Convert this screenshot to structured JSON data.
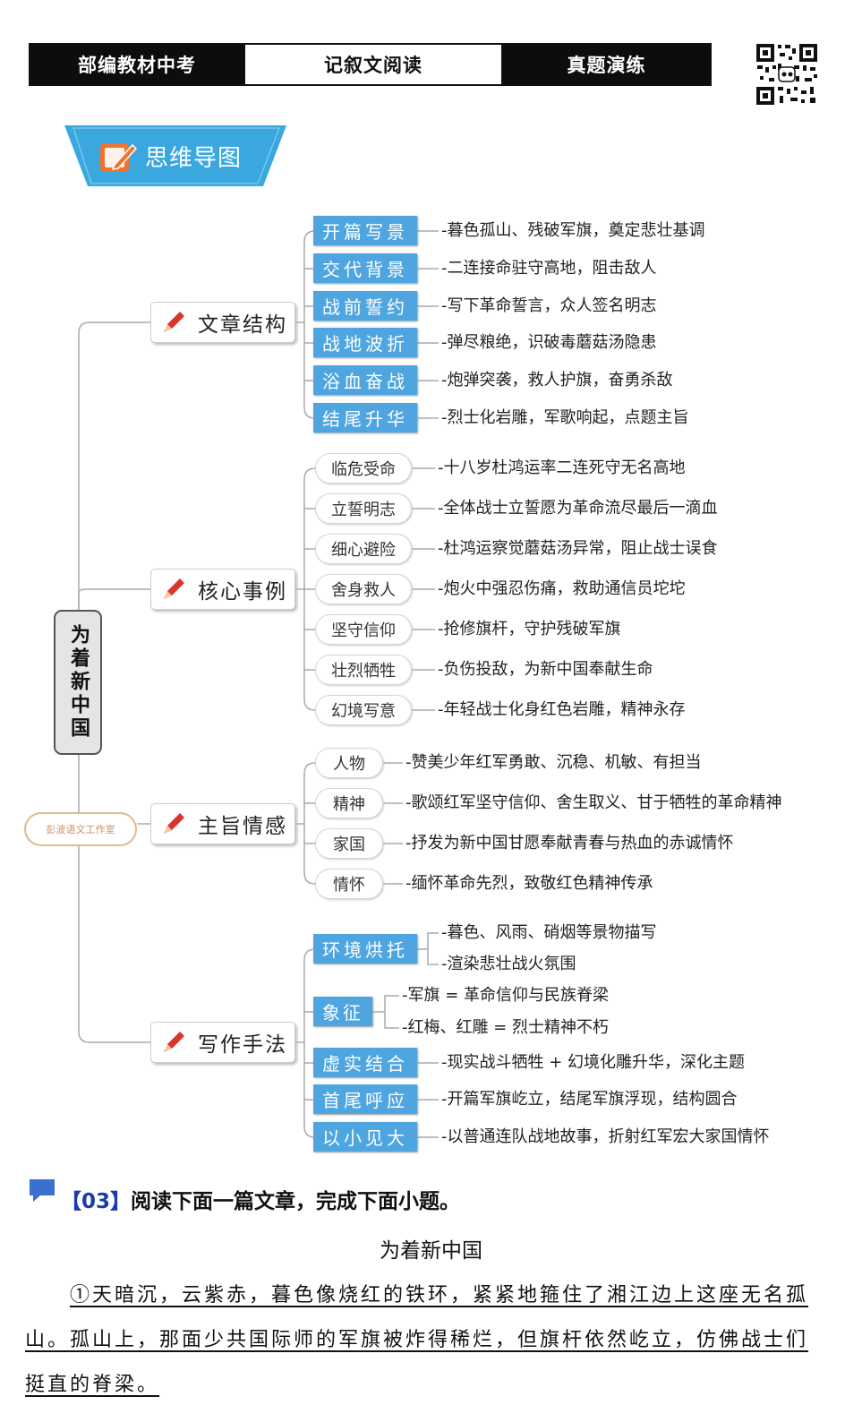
{
  "header": {
    "left": "部编教材中考",
    "middle": "记叙文阅读",
    "right": "真题演练"
  },
  "banner": {
    "title": "思维导图"
  },
  "mindmap": {
    "root": "为着新中国",
    "studio": "彭波语文工作室",
    "structure": {
      "label": "文章结构",
      "items": [
        {
          "tag": "开篇写景",
          "text": "-暮色孤山、残破军旗，奠定悲壮基调"
        },
        {
          "tag": "交代背景",
          "text": "-二连接命驻守高地，阻击敌人"
        },
        {
          "tag": "战前誓约",
          "text": "-写下革命誓言，众人签名明志"
        },
        {
          "tag": "战地波折",
          "text": "-弹尽粮绝，识破毒蘑菇汤隐患"
        },
        {
          "tag": "浴血奋战",
          "text": "-炮弹突袭，救人护旗，奋勇杀敌"
        },
        {
          "tag": "结尾升华",
          "text": "-烈士化岩雕，军歌响起，点题主旨"
        }
      ]
    },
    "events": {
      "label": "核心事例",
      "items": [
        {
          "tag": "临危受命",
          "text": "-十八岁杜鸿运率二连死守无名高地"
        },
        {
          "tag": "立誓明志",
          "text": "-全体战士立誓愿为革命流尽最后一滴血"
        },
        {
          "tag": "细心避险",
          "text": "-杜鸿运察觉蘑菇汤异常，阻止战士误食"
        },
        {
          "tag": "舍身救人",
          "text": "-炮火中强忍伤痛，救助通信员坨坨"
        },
        {
          "tag": "坚守信仰",
          "text": "-抢修旗杆，守护残破军旗"
        },
        {
          "tag": "壮烈牺牲",
          "text": "-负伤投敌，为新中国奉献生命"
        },
        {
          "tag": "幻境写意",
          "text": "-年轻战士化身红色岩雕，精神永存"
        }
      ]
    },
    "theme": {
      "label": "主旨情感",
      "items": [
        {
          "tag": "人物",
          "text": "-赞美少年红军勇敢、沉稳、机敏、有担当"
        },
        {
          "tag": "精神",
          "text": "-歌颂红军坚守信仰、舍生取义、甘于牺牲的革命精神"
        },
        {
          "tag": "家国",
          "text": "-抒发为新中国甘愿奉献青春与热血的赤诚情怀"
        },
        {
          "tag": "情怀",
          "text": "-缅怀革命先烈，致敬红色精神传承"
        }
      ]
    },
    "technique": {
      "label": "写作手法",
      "env": {
        "tag": "环境烘托",
        "lines": [
          "-暮色、风雨、硝烟等景物描写",
          "-渲染悲壮战火氛围"
        ]
      },
      "symbol": {
        "tag": "象征",
        "lines": [
          "-军旗 = 革命信仰与民族脊梁",
          "-红梅、红雕 = 烈士精神不朽"
        ]
      },
      "items": [
        {
          "tag": "虚实结合",
          "text": "-现实战斗牺牲 + 幻境化雕升华，深化主题"
        },
        {
          "tag": "首尾呼应",
          "text": "-开篇军旗屹立，结尾军旗浮现，结构圆合"
        },
        {
          "tag": "以小见大",
          "text": "-以普通连队战地故事，折射红军宏大家国情怀"
        }
      ]
    }
  },
  "question": {
    "number": "【03】",
    "text": "阅读下面一篇文章，完成下面小题。"
  },
  "article": {
    "title": "为着新中国",
    "lines": [
      "①天暗沉，云紫赤，暮色像烧红的铁环，紧紧地箍住了湘江边上这座无名孤",
      "山。孤山上，那面少共国际师的军旗被炸得稀烂，但旗杆依然屹立，仿佛战士们",
      "挺直的脊梁。"
    ]
  },
  "colors": {
    "header_dark": "#0d0d0d",
    "banner_blue": "#3aa8df",
    "tag_blue": "#4ea5e0",
    "pencil_red": "#d9362b",
    "question_blue": "#1a3bb0"
  }
}
